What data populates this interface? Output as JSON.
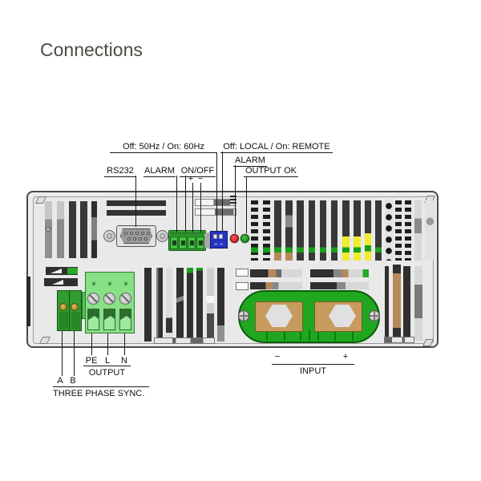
{
  "title": "Connections",
  "labels": {
    "freq": "Off: 50Hz / On: 60Hz",
    "mode": "Off: LOCAL / On: REMOTE",
    "rs232": "RS232",
    "alarm_terminal": "ALARM",
    "onoff": "ON/OFF",
    "onoff_plus": "+",
    "onoff_minus": "−",
    "alarm_led": "ALARM",
    "output_ok": "OUTPUT OK",
    "pe": "PE",
    "l": "L",
    "n": "N",
    "output": "OUTPUT",
    "a": "A",
    "b": "B",
    "three_phase_sync": "THREE PHASE SYNC.",
    "input_minus": "−",
    "input_plus": "+",
    "input": "INPUT"
  },
  "colors": {
    "led_alarm_red": "#d42020",
    "led_output_ok_green": "#1fa31f",
    "terminal_block_green": "#35b135",
    "dip_switch_blue": "#2433c0",
    "input_block_green": "#1fa81f",
    "busbar_copper": "#c79a5e",
    "pcb_stripe_green": "#18a018",
    "capacitor_yellow": "#f0ec2e",
    "panel_gray": "#ececec"
  }
}
